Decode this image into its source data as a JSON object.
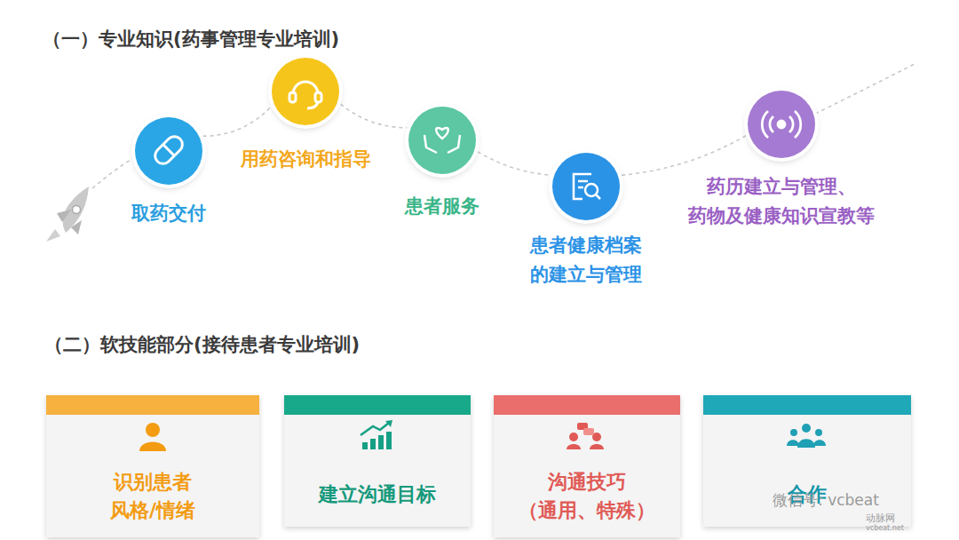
{
  "diagram": {
    "title": "（一）专业知识(药事管理专业培训)",
    "nodes": [
      {
        "text": [
          "取药交付"
        ]
      },
      {
        "text": [
          "用药咨询和指导"
        ]
      },
      {
        "text": [
          "患者服务"
        ]
      },
      {
        "text": [
          "患者健康档案 的建立与管理"
        ]
      },
      {
        "text": [
          "药历建立与管理、 药物及健康知识宣教等"
        ]
      },
      {
        "text": [
          "识别患者 风格/情绪"
        ]
      },
      {
        "text": [
          "建立沟通目标"
        ]
      },
      {
        "text": [
          "沟通技巧 （通用、特殊）"
        ]
      },
      {
        "text": [
          "合作"
        ]
      }
    ],
    "edges": [
      {
        "from": 0,
        "to": 1,
        "arrow": "none"
      },
      {
        "from": 1,
        "to": 2,
        "arrow": "none"
      },
      {
        "from": 2,
        "to": 3,
        "arrow": "none"
      },
      {
        "from": 3,
        "to": 4,
        "arrow": "none"
      }
    ],
    "labels": [
      "（二）软技能部分(接待患者专业培训)",
      "微信号: vcbeat",
      "动脉网",
      "vcbeat.net"
    ]
  }
}
